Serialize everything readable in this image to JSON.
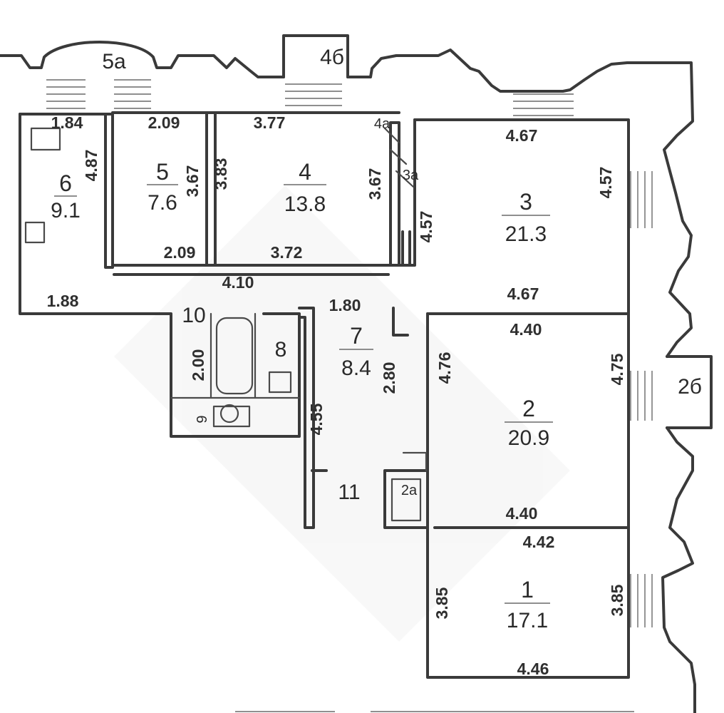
{
  "rooms": [
    {
      "id": "1",
      "area": "17.1"
    },
    {
      "id": "2",
      "area": "20.9"
    },
    {
      "id": "3",
      "area": "21.3"
    },
    {
      "id": "4",
      "area": "13.8"
    },
    {
      "id": "5",
      "area": "7.6"
    },
    {
      "id": "6",
      "area": "9.1"
    },
    {
      "id": "7",
      "area": "8.4"
    }
  ],
  "labels": {
    "room8": "8",
    "room9": "9",
    "room10": "10",
    "room11": "11",
    "balcony5a": "5а",
    "balcony4b": "4б",
    "balcony2b": "2б",
    "niche2a": "2а",
    "niche3a": "3а",
    "niche4a": "4а"
  },
  "dimensions": {
    "r6_top": "1.84",
    "r6_side": "4.87",
    "r6_bottom": "1.88",
    "r5_top": "2.09",
    "r5_side": "3.67",
    "r5_bottom": "2.09",
    "r4_top": "3.77",
    "r4_left": "3.83",
    "r4_right": "3.67",
    "r4_bottom": "3.72",
    "hall_width": "4.10",
    "r3_top": "4.67",
    "r3_right": "4.57",
    "r3_left": "4.57",
    "r3_bottom": "4.67",
    "r7_top": "1.80",
    "r7_side": "2.80",
    "r7_long": "4.55",
    "r10_height": "2.00",
    "r2_top": "4.40",
    "r2_left": "4.76",
    "r2_right": "4.75",
    "r2_bottom": "4.40",
    "r1_top": "4.42",
    "r1_left": "3.85",
    "r1_right": "3.85",
    "r1_bottom": "4.46"
  }
}
